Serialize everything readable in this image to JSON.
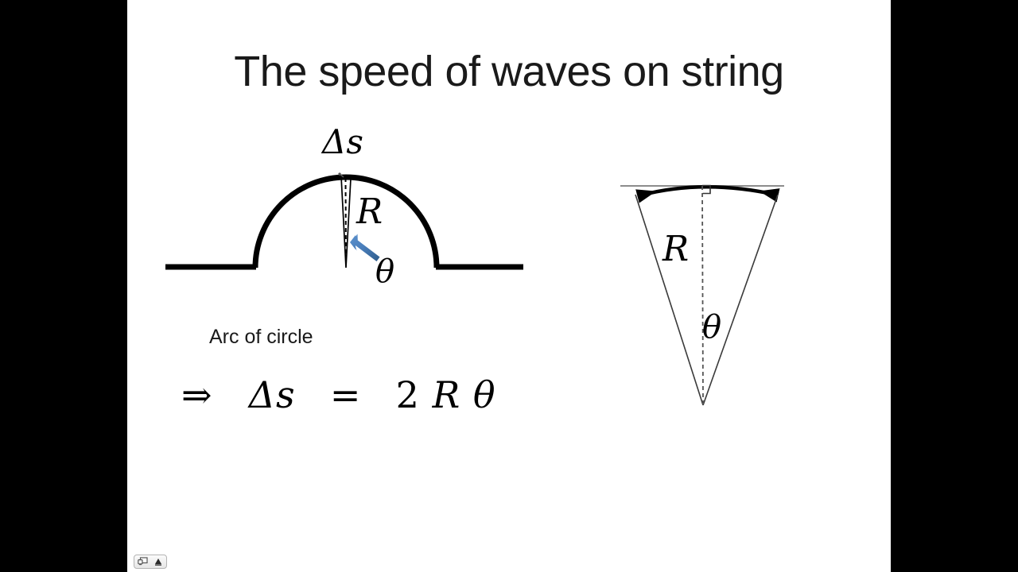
{
  "slide": {
    "title": "The speed of waves on string",
    "background_color": "#ffffff",
    "letterbox_color": "#000000"
  },
  "left_figure": {
    "name": "pulse-on-string-diagram",
    "labels": {
      "arc_length": "Δs",
      "radius": "R",
      "angle": "θ"
    },
    "annotation_arrow_color": "#3f7cb6",
    "string_color": "#000000",
    "wedge_line_color": "#000000",
    "dashed_line_color": "#000000"
  },
  "right_figure": {
    "name": "magnified-wedge-diagram",
    "labels": {
      "radius": "R",
      "angle": "θ"
    },
    "chord_line_color": "#808080",
    "arc_color": "#000000",
    "wedge_line_color": "#333333",
    "dashed_line_color": "#555555",
    "right_angle_marker": "right-angle"
  },
  "body_text": {
    "arc_of_circle": "Arc of circle",
    "formula": {
      "implies": "⇒",
      "lhs": "Δs",
      "equals": "=",
      "rhs_number": "2",
      "rhs_radius": "R",
      "rhs_angle": "θ",
      "full": "⇒ Δs = 2Rθ"
    }
  },
  "presenter_toolbar": {
    "screen_button_label": "screen-options",
    "pointer_button_label": "pointer-options"
  }
}
